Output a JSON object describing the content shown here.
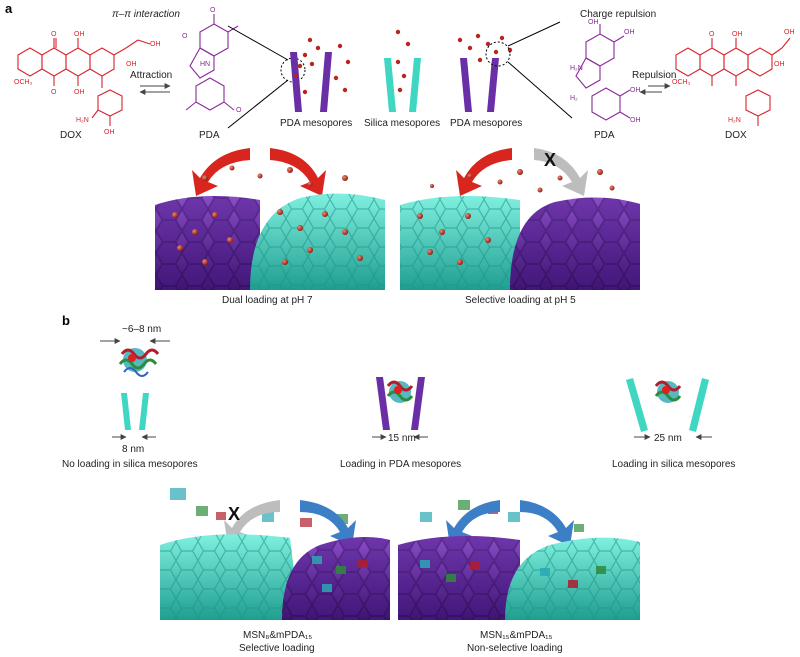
{
  "panel_a": {
    "letter": "a",
    "pi_interaction": "π–π interaction",
    "charge_repulsion": "Charge repulsion",
    "attraction": "Attraction",
    "repulsion": "Repulsion",
    "dox": "DOX",
    "pda": "PDA",
    "och3": "OCH₃",
    "oh": "OH",
    "o": "O",
    "h2n": "H₂N",
    "hn": "HN",
    "nh2plus": "H₂",
    "pda_mesopores": "PDA mesopores",
    "silica_mesopores": "Silica mesopores",
    "x_mark": "X",
    "dual_loading": "Dual loading at pH 7",
    "selective_loading": "Selective loading at pH 5"
  },
  "panel_b": {
    "letter": "b",
    "size_protein": "~6–8 nm",
    "size_8": "8 nm",
    "size_15": "15 nm",
    "size_25": "25 nm",
    "no_loading_silica": "No loading in silica mesopores",
    "loading_pda": "Loading in PDA mesopores",
    "loading_silica": "Loading in silica mesopores",
    "x_mark": "X",
    "left_combo": "MSN₈&mPDA₁₅",
    "left_desc": "Selective loading",
    "right_combo": "MSN₁₅&mPDA₁₅",
    "right_desc": "Non-selective loading"
  },
  "colors": {
    "silica": "#3fd6c2",
    "pda": "#6a2ea6",
    "drug": "#b5261d",
    "chem_red": "#d8232a",
    "chem_purple": "#8b2a9b",
    "arrow_red": "#d8261f",
    "arrow_gray": "#bdbdbd",
    "arrow_blue": "#3d7fc7"
  }
}
